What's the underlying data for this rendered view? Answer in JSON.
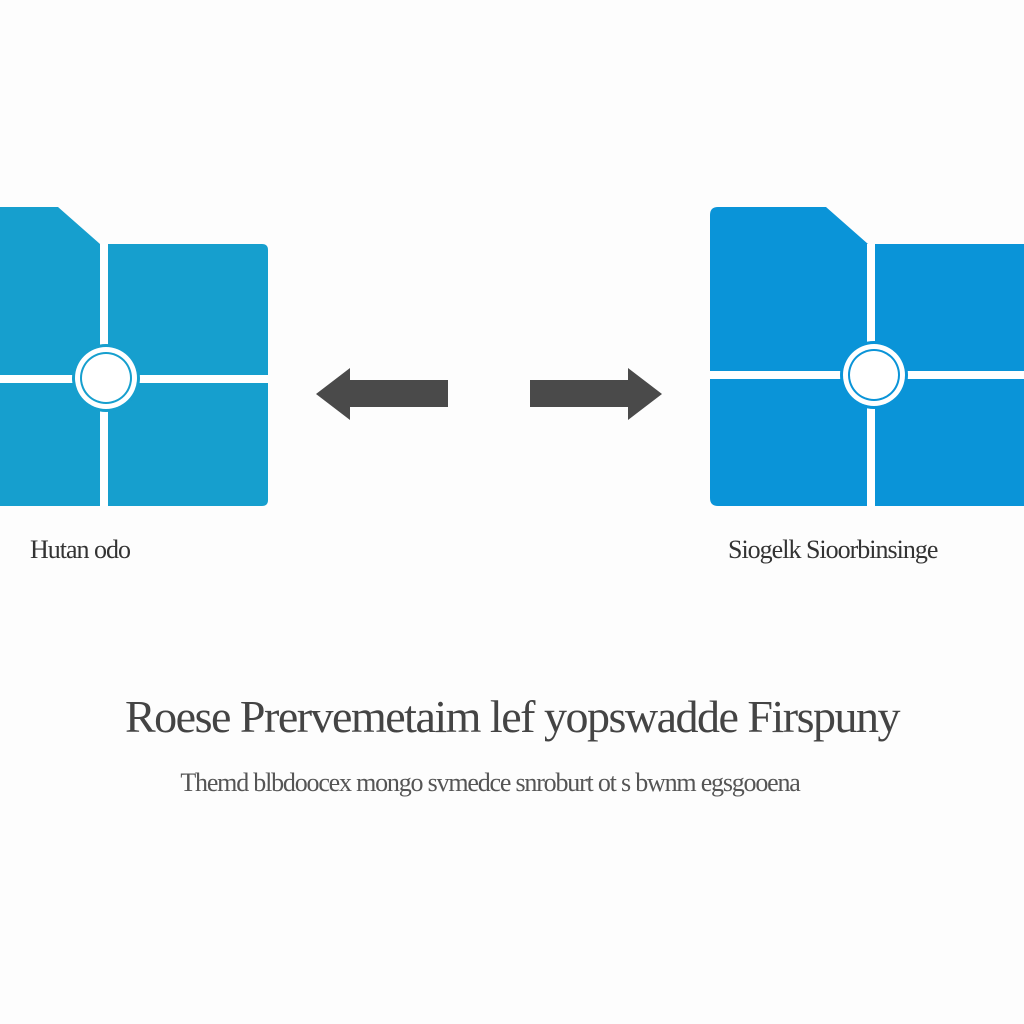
{
  "nodes": {
    "left": {
      "label": "Hutan odo",
      "icon": "blue-folder-grid-icon"
    },
    "right": {
      "label": "Siogelk Sioorbinsinge",
      "icon": "blue-folder-grid-icon"
    }
  },
  "connector": {
    "icon": "bidirectional-arrow-icon"
  },
  "headline": "Roese Prervemetaim lef yopswadde Firspuny",
  "subline": "Themd blbdoocex mongo svmedce snroburt ot s bwnm egsgooena",
  "colors": {
    "left_folder": "#169fce",
    "right_folder": "#0a94d8",
    "arrow": "#4a4a4a",
    "background": "#fdfdfd"
  }
}
